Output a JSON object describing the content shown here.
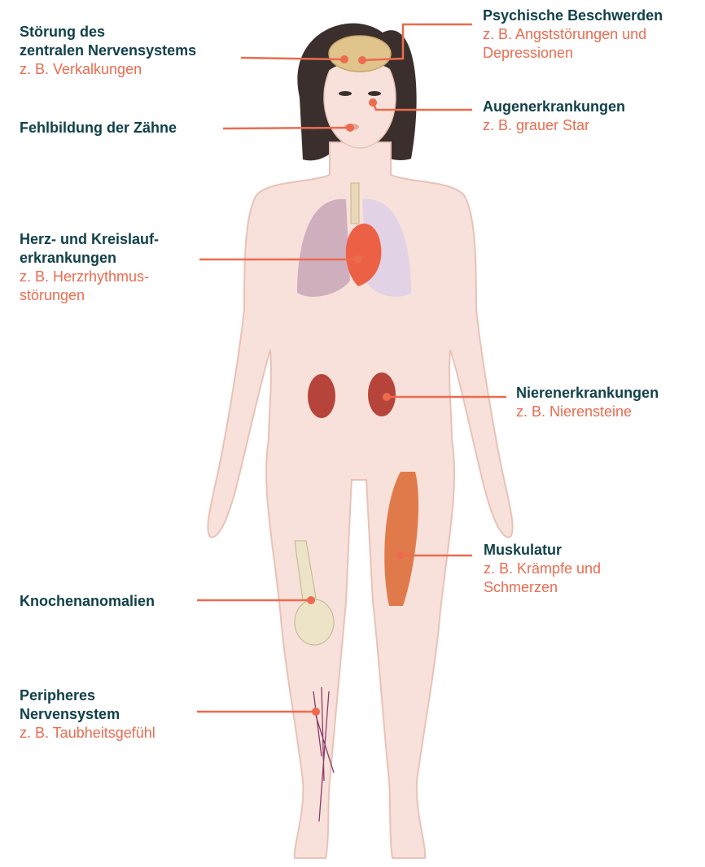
{
  "colors": {
    "title": "#11414a",
    "subtitle": "#ec6b4f",
    "leader": "#ec6b4f",
    "skin": "#f8e1da",
    "skin_outline": "#e8c2b8",
    "hair": "#3a2f2c"
  },
  "labels": {
    "cns": {
      "title": "Störung des\nzentralen Nervensystems",
      "sub": "z. B. Verkalkungen"
    },
    "psych": {
      "title": "Psychische Beschwerden",
      "sub": "z. B. Angststörungen und\nDepressionen"
    },
    "eyes": {
      "title": "Augenerkrankungen",
      "sub": "z. B. grauer Star"
    },
    "teeth": {
      "title": "Fehlbildung der Zähne",
      "sub": ""
    },
    "heart": {
      "title": "Herz- und Kreislauf-\nerkrankungen",
      "sub": "z. B. Herzrhythmus-\nstörungen"
    },
    "kidney": {
      "title": "Nierenerkrankungen",
      "sub": "z. B. Nierensteine"
    },
    "muscle": {
      "title": "Muskulatur",
      "sub": "z. B. Krämpfe und\nSchmerzen"
    },
    "bone": {
      "title": "Knochenanomalien",
      "sub": ""
    },
    "nerve": {
      "title": "Peripheres\nNervensystem",
      "sub": "z. B. Taubheitsgefühl"
    }
  }
}
